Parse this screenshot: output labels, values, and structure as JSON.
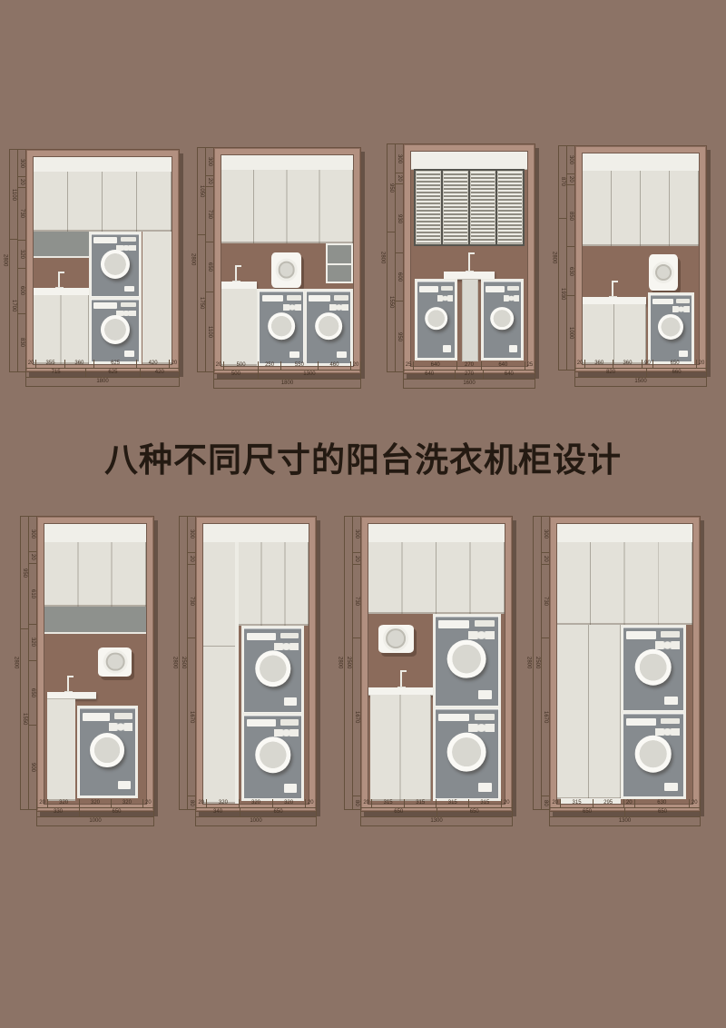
{
  "title": "八种不同尺寸的阳台洗衣机柜设计",
  "colors": {
    "background": "#8C7366",
    "frame": "#B29080",
    "wall": "#8B6B5B",
    "cabinet": "#E3E1D9",
    "soffit_white": "#F0EFE9",
    "gray_band": "#8E918D",
    "washer_body": "#868B8F",
    "dim_line": "#64503C",
    "dim_text": "#3E2E21",
    "title_text": "#241A12"
  },
  "designs": [
    {
      "id": 1,
      "hdims": {
        "row1": [
          "20",
          "355",
          "360",
          "625",
          "420",
          "20"
        ],
        "row2": [
          "715",
          "625",
          "420"
        ],
        "total": "1800"
      },
      "vdims": {
        "segments": [
          "300",
          "20",
          "730",
          "320",
          "600",
          "830"
        ],
        "spans": [
          "1100",
          "1700"
        ],
        "total": "2800"
      }
    },
    {
      "id": 2,
      "hdims": {
        "row1": [
          "20",
          "500",
          "250",
          "550",
          "460",
          "20"
        ],
        "row2": [
          "500",
          "1300"
        ],
        "total": "1800"
      },
      "vdims": {
        "segments": [
          "300",
          "20",
          "730",
          "650",
          "1100"
        ],
        "spans": [
          "1050",
          "1750"
        ],
        "total": "2800"
      }
    },
    {
      "id": 3,
      "hdims": {
        "row1": [
          "25",
          "640",
          "270",
          "640",
          "25"
        ],
        "row2": [
          "640",
          "270",
          "640"
        ],
        "total": "1600"
      },
      "vdims": {
        "segments": [
          "300",
          "20",
          "930",
          "600",
          "950"
        ],
        "spans": [
          "950",
          "1550"
        ],
        "total": "2800"
      }
    },
    {
      "id": 4,
      "hdims": {
        "row1": [
          "20",
          "360",
          "360",
          "90",
          "650",
          "20"
        ],
        "row2": [
          "820",
          "660"
        ],
        "total": "1500"
      },
      "vdims": {
        "segments": [
          "300",
          "20",
          "850",
          "630",
          "1000"
        ],
        "spans": [
          "870",
          "1930"
        ],
        "total": "2800"
      }
    },
    {
      "id": 5,
      "hdims": {
        "row1": [
          "20",
          "320",
          "320",
          "320",
          "20"
        ],
        "row2": [
          "330",
          "650"
        ],
        "total": "1000"
      },
      "vdims": {
        "segments": [
          "300",
          "20",
          "610",
          "320",
          "650",
          "900"
        ],
        "spans": [
          "950",
          "1550"
        ],
        "total": "2800"
      }
    },
    {
      "id": 6,
      "hdims": {
        "row1": [
          "20",
          "320",
          "320",
          "320",
          "20"
        ],
        "row2": [
          "340",
          "650"
        ],
        "total": "1000"
      },
      "vdims": {
        "segments": [
          "300",
          "20",
          "730",
          "1670",
          "80"
        ],
        "spans": [
          "2500"
        ],
        "total": "2800"
      }
    },
    {
      "id": 7,
      "hdims": {
        "row1": [
          "20",
          "315",
          "315",
          "315",
          "315",
          "20"
        ],
        "row2": [
          "650",
          "650"
        ],
        "total": "1300"
      },
      "vdims": {
        "segments": [
          "300",
          "20",
          "730",
          "1670",
          "80"
        ],
        "spans": [
          "2500"
        ],
        "total": "2800"
      }
    },
    {
      "id": 8,
      "hdims": {
        "row1": [
          "20",
          "315",
          "295",
          "20",
          "630",
          "20"
        ],
        "row2": [
          "650",
          "650"
        ],
        "total": "1300"
      },
      "vdims": {
        "segments": [
          "300",
          "20",
          "730",
          "1670",
          "80"
        ],
        "spans": [
          "2500"
        ],
        "total": "2800"
      }
    }
  ]
}
